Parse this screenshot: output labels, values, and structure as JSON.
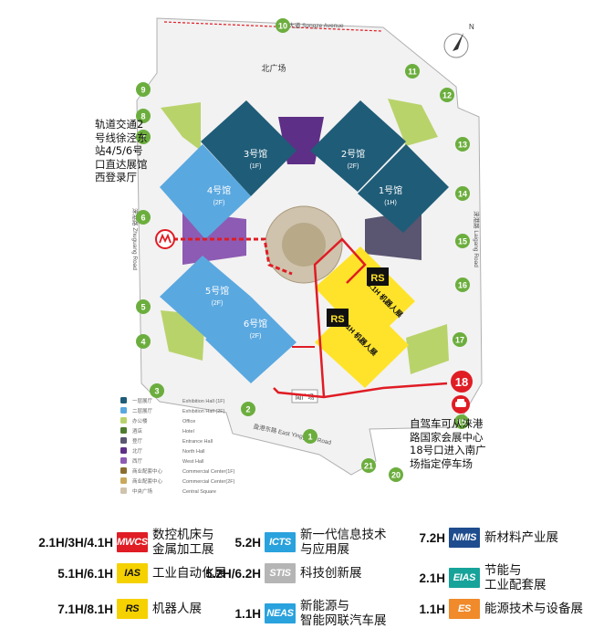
{
  "map": {
    "north_plaza": "北广场",
    "south_plaza": "南广场",
    "road_top": "崧泽大道  Songze Avenue",
    "road_left": "涞港路  Zhuguang Road",
    "road_right": "涞港路  Laigang Road",
    "road_bottom": "盈港东路  East Yinggang Road",
    "gates": [
      "1",
      "2",
      "3",
      "4",
      "5",
      "6",
      "7",
      "8",
      "9",
      "10",
      "11",
      "12",
      "13",
      "14",
      "15",
      "16",
      "17",
      "18",
      "19",
      "20",
      "21"
    ],
    "halls": [
      {
        "name": "3号馆",
        "floor": "(1F)"
      },
      {
        "name": "2号馆",
        "floor": "(2F)"
      },
      {
        "name": "4号馆",
        "floor": "(2F)"
      },
      {
        "name": "1号馆",
        "floor": "(1H)"
      },
      {
        "name": "5号馆",
        "floor": "(2F)"
      },
      {
        "name": "6号馆",
        "floor": "(2F)"
      }
    ],
    "rs_logo": "RS",
    "rs_halls": [
      "8.1H 机器人展",
      "7.1H 机器人展"
    ],
    "annotation_metro": "轨道交通2号线徐泾东站4/5/6号口直达展馆西登录厅",
    "annotation_car": "自驾车可从涞港路国家会展中心18号口进入南广场指定停车场",
    "colors": {
      "dark_hall": "#1f5c78",
      "light_hall": "#5aa8e0",
      "green": "#b9d36b",
      "yellow": "#ffe32a",
      "purple": "#7b4a9c",
      "red": "#e01c24"
    }
  },
  "map_legend": [
    {
      "zh": "一层展厅",
      "en": "Exhibition Hall (1F)"
    },
    {
      "zh": "二层展厅",
      "en": "Exhibition Hall (2F)"
    },
    {
      "zh": "办公楼",
      "en": "Office"
    },
    {
      "zh": "酒店",
      "en": "Hotel"
    },
    {
      "zh": "登厅",
      "en": "Entrance Hall"
    },
    {
      "zh": "北厅",
      "en": "North Hall"
    },
    {
      "zh": "西厅",
      "en": "West Hall"
    },
    {
      "zh": "商业配套中心",
      "en": "Commercial Center(1F)"
    },
    {
      "zh": "商业配套中心",
      "en": "Commercial Center(2F)"
    },
    {
      "zh": "中央广场",
      "en": "Central Square"
    }
  ],
  "legend": [
    {
      "hall": "2.1H/3H/4.1H",
      "logo": "MWCS",
      "text": "数控机床与\n金属加工展",
      "color": "#e01c24"
    },
    {
      "hall": "5.2H",
      "logo": "ICTS",
      "text": "新一代信息技术\n与应用展",
      "color": "#2aa2dd"
    },
    {
      "hall": "7.2H",
      "logo": "NMIS",
      "text": "新材料产业展",
      "color": "#1e4c8e"
    },
    {
      "hall": "5.1H/6.1H",
      "logo": "IAS",
      "text": "工业自动化展",
      "color": "#f5d100"
    },
    {
      "hall": "5.2H/6.2H",
      "logo": "STIS",
      "text": "科技创新展",
      "color": "#b5b5b5"
    },
    {
      "hall": "2.1H",
      "logo": "EIAS",
      "text": "节能与\n工业配套展",
      "color": "#16a39a"
    },
    {
      "hall": "7.1H/8.1H",
      "logo": "RS",
      "text": "机器人展",
      "color": "#f5d100"
    },
    {
      "hall": "1.1H",
      "logo": "NEAS",
      "text": "新能源与\n智能网联汽车展",
      "color": "#2aa2dd"
    },
    {
      "hall": "1.1H",
      "logo": "ES",
      "text": "能源技术与设备展",
      "color": "#f08a2a"
    }
  ]
}
